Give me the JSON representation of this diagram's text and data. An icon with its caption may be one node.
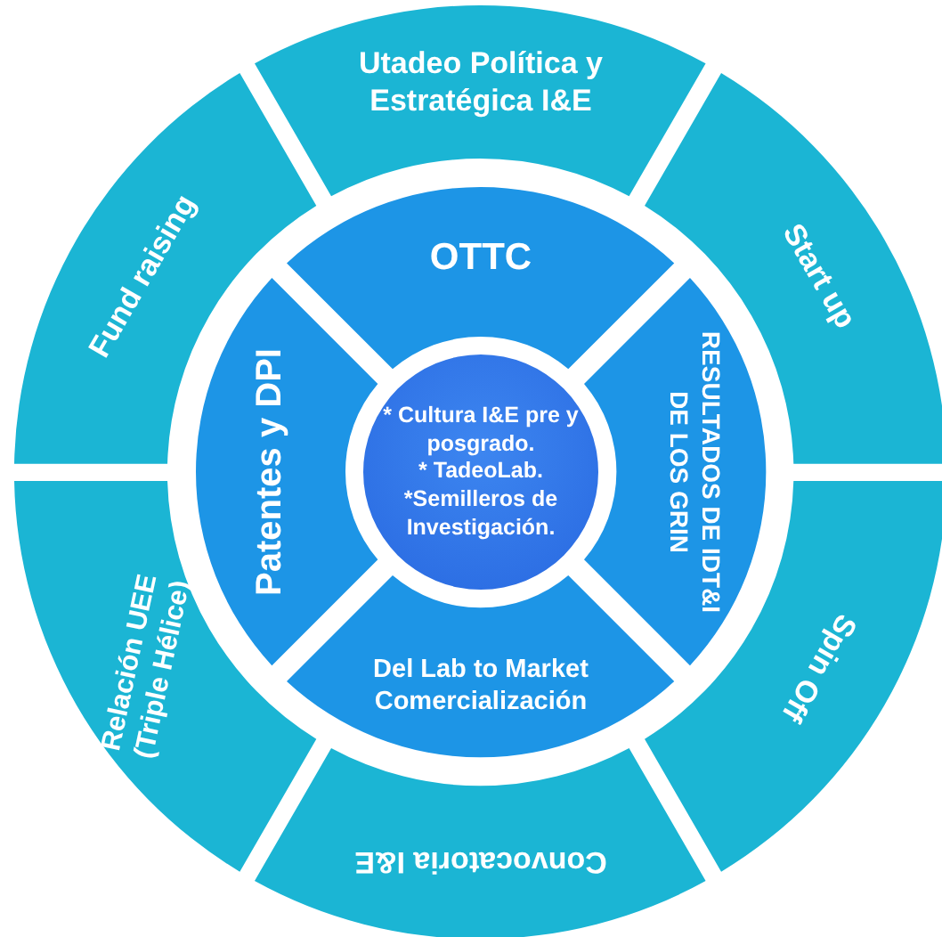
{
  "diagram": {
    "nodes": [
      {
        "text": [
          "Utadeo Política y Estratégica I&E"
        ]
      },
      {
        "text": [
          "Start up"
        ]
      },
      {
        "text": [
          "Spin Off"
        ]
      },
      {
        "text": [
          "Convocatoria I&E"
        ]
      },
      {
        "text": [
          "Relación UEE (Triple Hélice)"
        ]
      },
      {
        "text": [
          "Fund raising"
        ]
      },
      {
        "text": [
          "OTTC"
        ]
      },
      {
        "text": [
          "RESULTADOS DE IDT&I DE LOS GRIN"
        ]
      },
      {
        "text": [
          "Del Lab to Market Comercialización"
        ]
      },
      {
        "text": [
          "Patentes y DPI"
        ]
      },
      {
        "text": [
          "* Cultura I&E pre y posgrado.",
          "* TadeoLab.",
          "*Semilleros de Investigación."
        ]
      }
    ]
  }
}
